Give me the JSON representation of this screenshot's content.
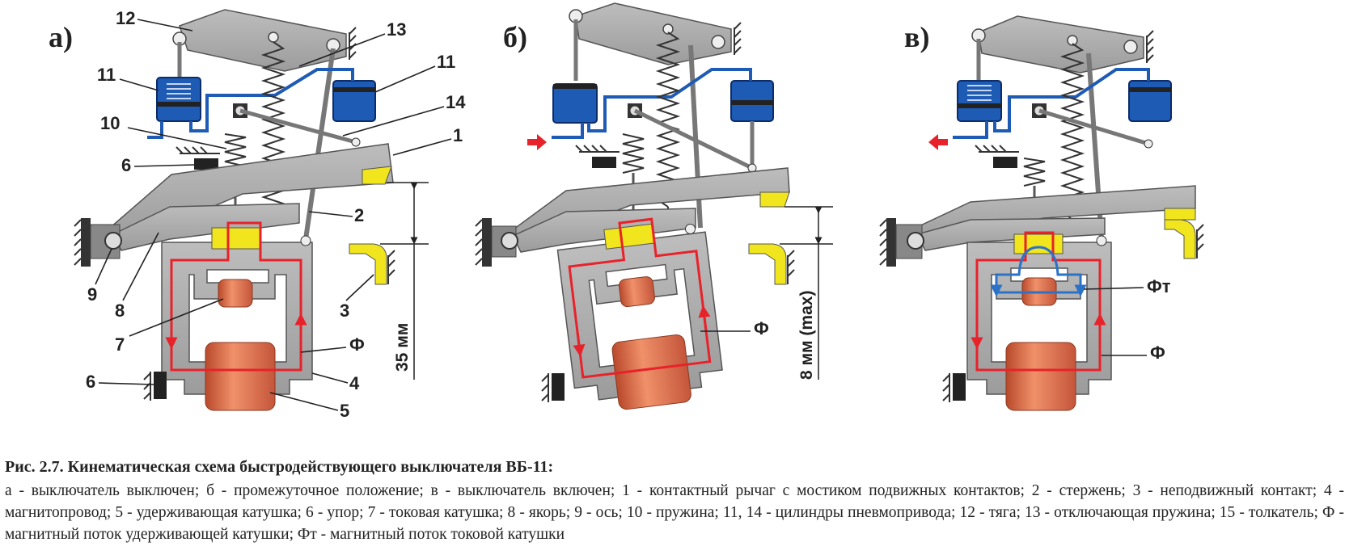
{
  "panels": [
    {
      "title": "а)",
      "state": "off"
    },
    {
      "title": "б)",
      "state": "intermediate"
    },
    {
      "title": "в)",
      "state": "on"
    }
  ],
  "labels": {
    "n1": "1",
    "n2": "2",
    "n3": "3",
    "n4": "4",
    "n5": "5",
    "n6": "6",
    "n7": "7",
    "n8": "8",
    "n9": "9",
    "n10": "10",
    "n11": "11",
    "n12": "12",
    "n13": "13",
    "n14": "14",
    "phi": "Ф",
    "phi_t": "Фт"
  },
  "dimensions": {
    "gap_35": "35 мм",
    "gap_8": "8 мм (max)"
  },
  "colors": {
    "frame_gray": "#a8a8a8",
    "cylinder_blue": "#1e5bb5",
    "flux_red": "#e8222a",
    "contact_yellow": "#f1e51d",
    "coil_orange": "#d9673f",
    "flux_blue": "#2b72c9"
  },
  "caption": {
    "title": "Рис. 2.7. Кинематическая схема быстродействующего выключателя ВБ-11:",
    "body": "а - выключатель выключен; б - промежуточное положение; в - выключатель включен; 1 - контактный рычаг с мостиком подвижных контактов; 2 - стержень; 3 - неподвижный контакт; 4 - магнитопровод; 5 - удерживающая катушка; 6 - упор; 7 - токовая катушка; 8 - якорь; 9 - ось; 10 - пружина; 11, 14 - цилиндры пневмопривода; 12 - тяга; 13 - отключающая пружина; 15 - толкатель; Ф - магнитный поток удерживающей катушки; Фт - магнитный поток токовой катушки"
  }
}
